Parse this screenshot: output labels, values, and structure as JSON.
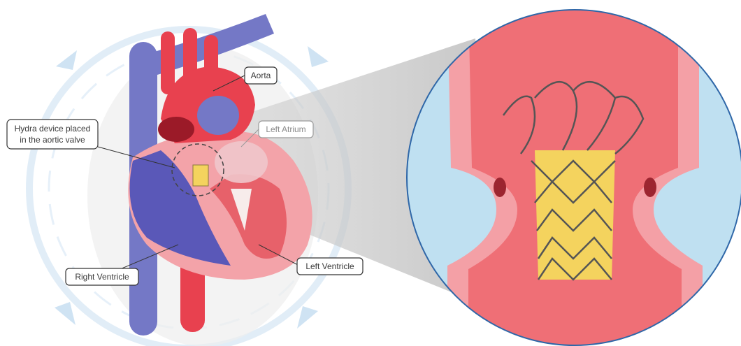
{
  "labels": {
    "aorta": "Aorta",
    "left_atrium": "Left Atrium",
    "hydra_line1": "Hydra device placed",
    "hydra_line2": "in the aortic valve",
    "right_ventricle": "Right Ventricle",
    "left_ventricle": "Left Ventricle"
  },
  "colors": {
    "vein_blue": "#7478c6",
    "artery_red": "#e8414f",
    "heart_pink": "#f3a3a9",
    "ventricle_blue": "#5a58b8",
    "device_gold": "#f4d35e",
    "circle_border": "#2f67a8",
    "circle_bg": "#bfe0f1",
    "vessel_red": "#ef6f76",
    "arrow_blue": "#cfe3f3"
  },
  "icons": [
    "circulation-arrow-icon",
    "magnifier-circle-icon"
  ]
}
